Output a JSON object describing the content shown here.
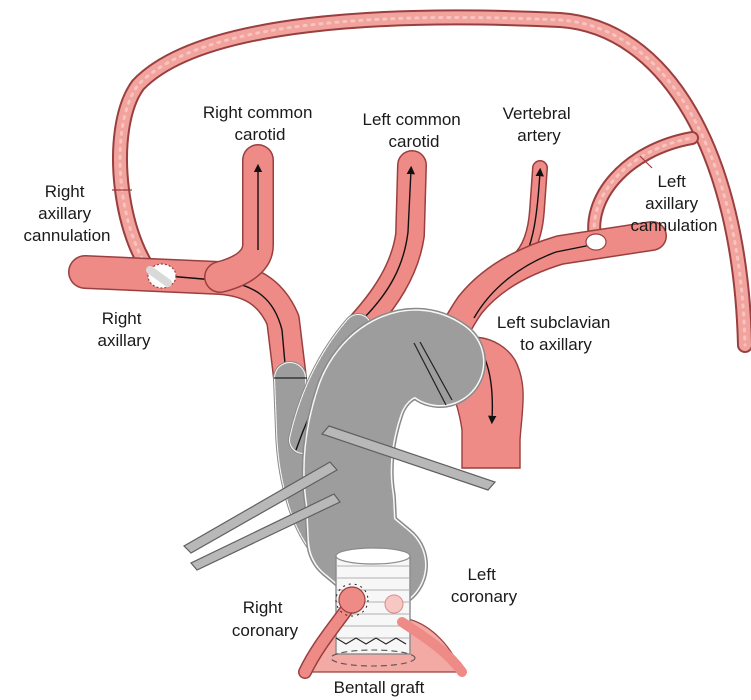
{
  "figure": {
    "labels": {
      "right_common_carotid": [
        "Right common",
        "carotid"
      ],
      "left_common_carotid": [
        "Left common",
        "carotid"
      ],
      "vertebral_artery": [
        "Vertebral",
        "artery"
      ],
      "right_axillary_cannulation": [
        "Right",
        "axillary",
        "cannulation"
      ],
      "left_axillary_cannulation": [
        "Left",
        "axillary",
        "cannulation"
      ],
      "right_axillary": [
        "Right",
        "axillary"
      ],
      "left_subclavian": [
        "Left subclavian",
        "to axillary"
      ],
      "right_coronary": [
        "Right",
        "coronary"
      ],
      "left_coronary": [
        "Left",
        "coronary"
      ],
      "bentall_graft": "Bentall graft"
    },
    "colors": {
      "vessel": "#ee8b86",
      "vessel_outline": "#9a3f3f",
      "graft": "#f7f7f7",
      "graft_line": "#8a8a8a",
      "clamp": "#b8b8b8",
      "flow_arrow": "#111111"
    }
  }
}
